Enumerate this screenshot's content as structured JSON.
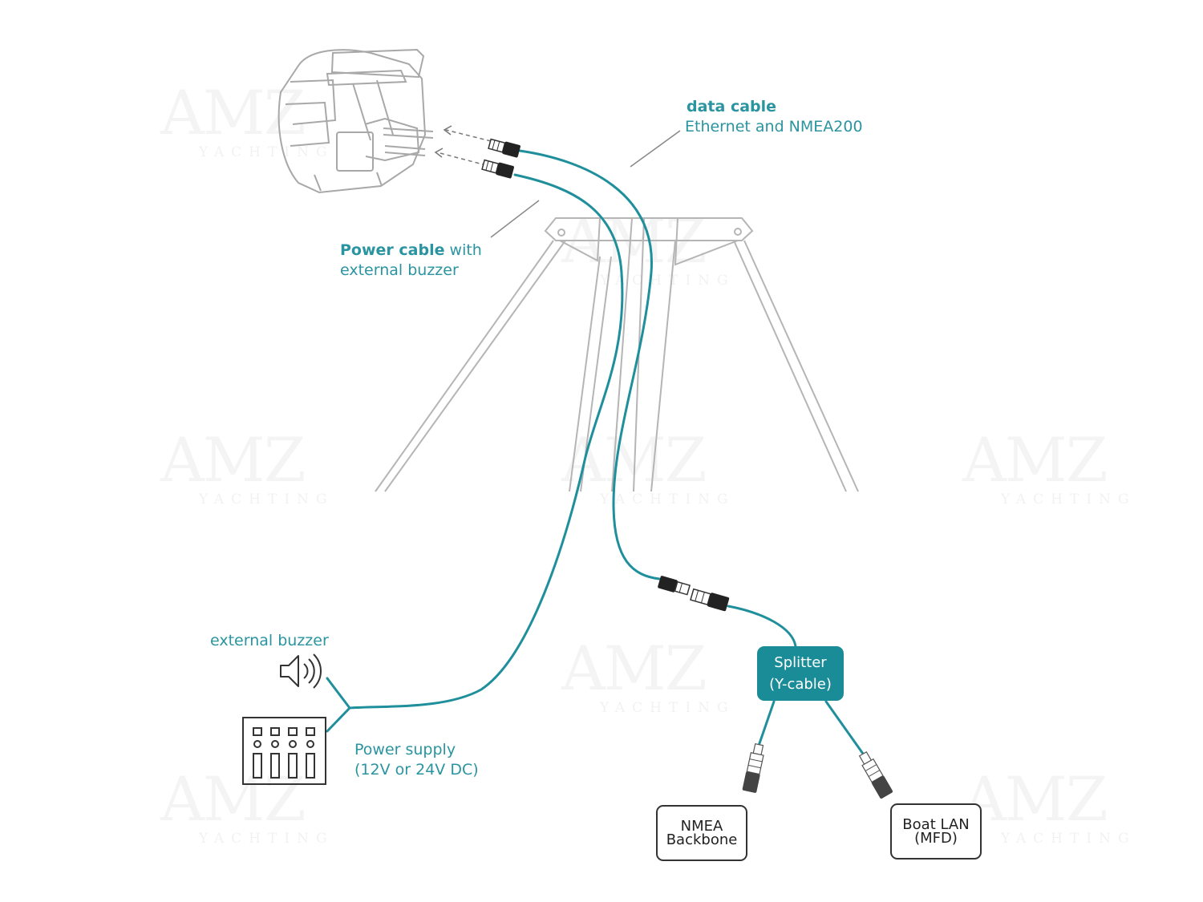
{
  "watermark": {
    "brand": "AMZ",
    "tagline": "YACHTING"
  },
  "labels": {
    "data_cable_title": "data cable",
    "data_cable_desc": "Ethernet and NMEA200",
    "power_cable_bold": "Power cable",
    "power_cable_rest": " with",
    "power_cable_line2": "external buzzer",
    "external_buzzer": "external buzzer",
    "power_supply_line1": "Power supply",
    "power_supply_line2": "(12V or 24V DC)"
  },
  "splitter": {
    "line1": "Splitter",
    "line2": "(Y-cable)"
  },
  "endpoints": {
    "nmea_line1": "NMEA",
    "nmea_line2": "Backbone",
    "lan_line1": "Boat LAN",
    "lan_line2": "(MFD)"
  },
  "colors": {
    "cable": "#1f8f9c",
    "label_teal": "#2a94a0",
    "splitter_bg": "#1a8c98",
    "outline_dark": "#333333",
    "outline_light": "#bfbfbf"
  },
  "icons": [
    "speaker-icon",
    "fuse-panel-icon",
    "radar-unit-icon",
    "mast-frame-icon",
    "connector-icon"
  ]
}
